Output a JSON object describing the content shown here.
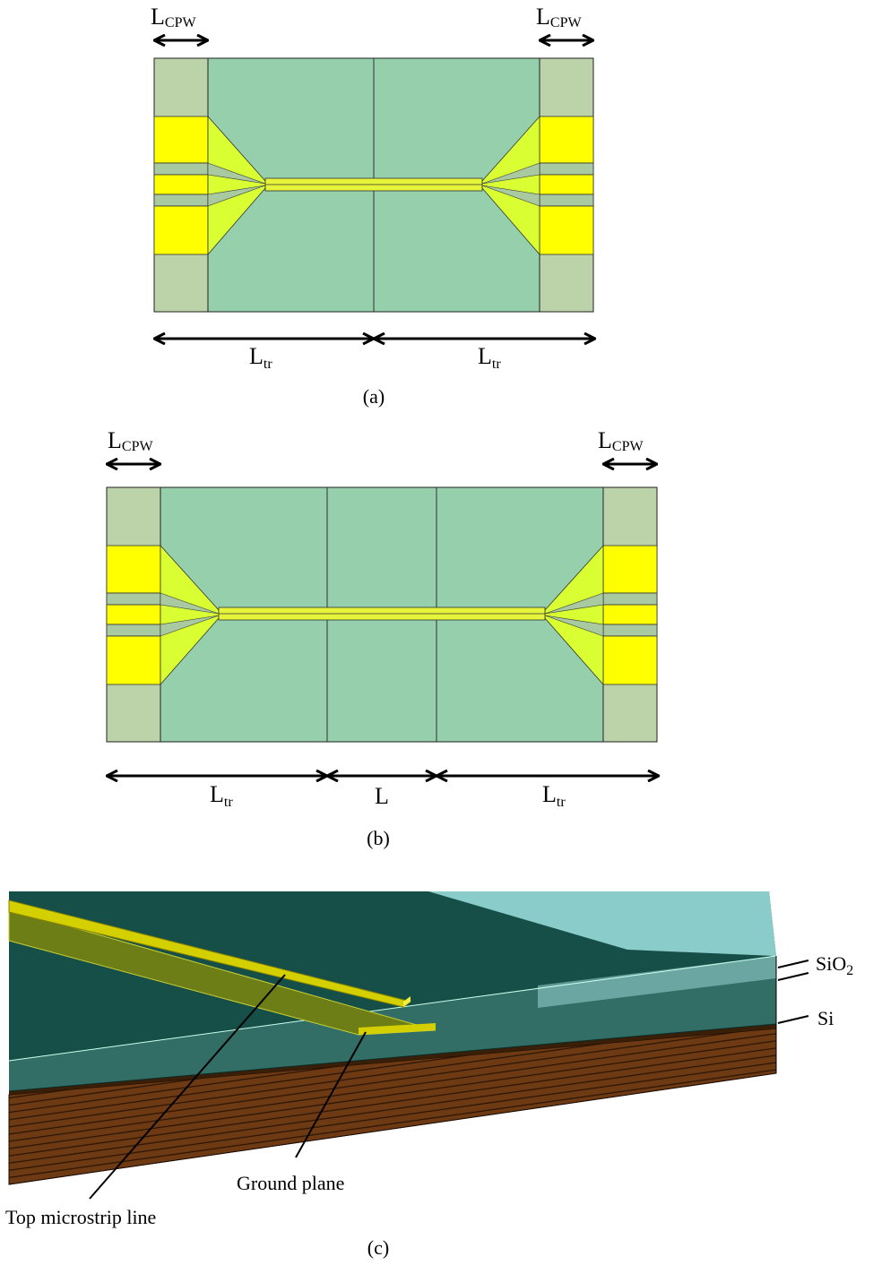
{
  "colors": {
    "substrate": "#96cfac",
    "cpw_ground_region": "#bcd3aa",
    "pad_yellow": "#ffff00",
    "taper_yellow": "#d9ff33",
    "line_yellow": "#e6f53a",
    "gap": "#a9c9a0",
    "c_top_dark": "#164f48",
    "c_top_light": "#8fd3d2",
    "si": "#6e3a13",
    "si_lines": "#2a1303",
    "strip": "#d4d000",
    "ground_strip": "#6e7e16"
  },
  "panel_a": {
    "caption": "(a)",
    "lcpw_left": {
      "main": "L",
      "sub": "CPW"
    },
    "lcpw_right": {
      "main": "L",
      "sub": "CPW"
    },
    "ltr_left": {
      "main": "L",
      "sub": "tr"
    },
    "ltr_right": {
      "main": "L",
      "sub": "tr"
    }
  },
  "panel_b": {
    "caption": "(b)",
    "lcpw_left": {
      "main": "L",
      "sub": "CPW"
    },
    "lcpw_right": {
      "main": "L",
      "sub": "CPW"
    },
    "ltr_left": {
      "main": "L",
      "sub": "tr"
    },
    "l_mid": "L",
    "ltr_right": {
      "main": "L",
      "sub": "tr"
    }
  },
  "panel_c": {
    "caption": "(c)",
    "sio2": {
      "main": "SiO",
      "sub": "2"
    },
    "si": "Si",
    "ground_plane": "Ground plane",
    "top_microstrip": "Top microstrip line"
  }
}
